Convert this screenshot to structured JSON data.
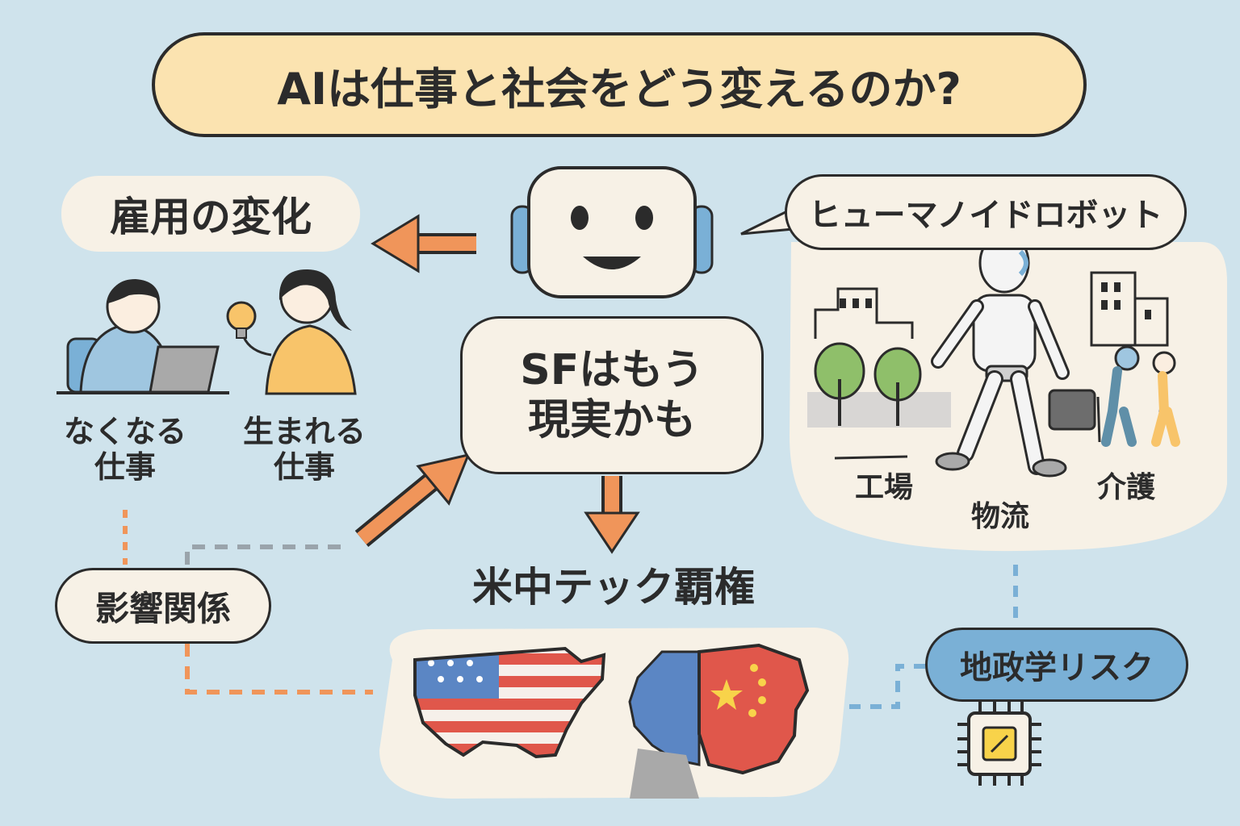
{
  "title": "AIは仕事と社会をどう変えるのか?",
  "center": {
    "line1": "SFはもう",
    "line2": "現実かも"
  },
  "employment": {
    "title": "雇用の変化",
    "lost_line1": "なくなる",
    "lost_line2": "仕事",
    "new_line1": "生まれる",
    "new_line2": "仕事"
  },
  "influence": "影響関係",
  "humanoid": {
    "title": "ヒューマノイドロボット",
    "factory": "工場",
    "logistics": "物流",
    "care": "介護"
  },
  "tech": "米中テック覇権",
  "geo": "地政学リスク",
  "colors": {
    "background": "#cfe3ec",
    "title_fill": "#fbe3b0",
    "bubble_fill": "#f7f1e6",
    "arrow": "#f0955a",
    "dash_gray": "#9aa4ab",
    "geo_fill": "#7ab0d6",
    "outline": "#2b2b2b"
  },
  "icons": [
    "robot-head-icon",
    "office-worker-icon",
    "idea-person-icon",
    "humanoid-robot-icon",
    "building-icon",
    "tree-icon",
    "elderly-care-icon",
    "usa-flag-map-icon",
    "china-flag-map-icon",
    "chip-icon"
  ]
}
